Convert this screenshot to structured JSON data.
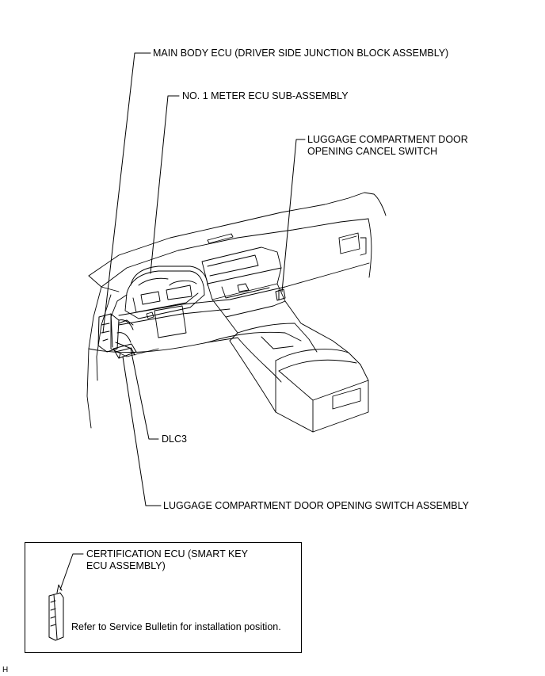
{
  "labels": {
    "main_body_ecu": "MAIN BODY ECU (DRIVER SIDE JUNCTION BLOCK ASSEMBLY)",
    "meter_ecu": "NO. 1 METER ECU SUB-ASSEMBLY",
    "cancel_switch_line1": "LUGGAGE COMPARTMENT DOOR",
    "cancel_switch_line2": "OPENING CANCEL SWITCH",
    "dlc3": "DLC3",
    "opening_switch": "LUGGAGE COMPARTMENT DOOR OPENING SWITCH ASSEMBLY"
  },
  "inset": {
    "cert_ecu_line1": "CERTIFICATION ECU (SMART KEY",
    "cert_ecu_line2": "ECU ASSEMBLY)",
    "note": "Refer to Service Bulletin for installation position."
  },
  "corner_mark": "H"
}
